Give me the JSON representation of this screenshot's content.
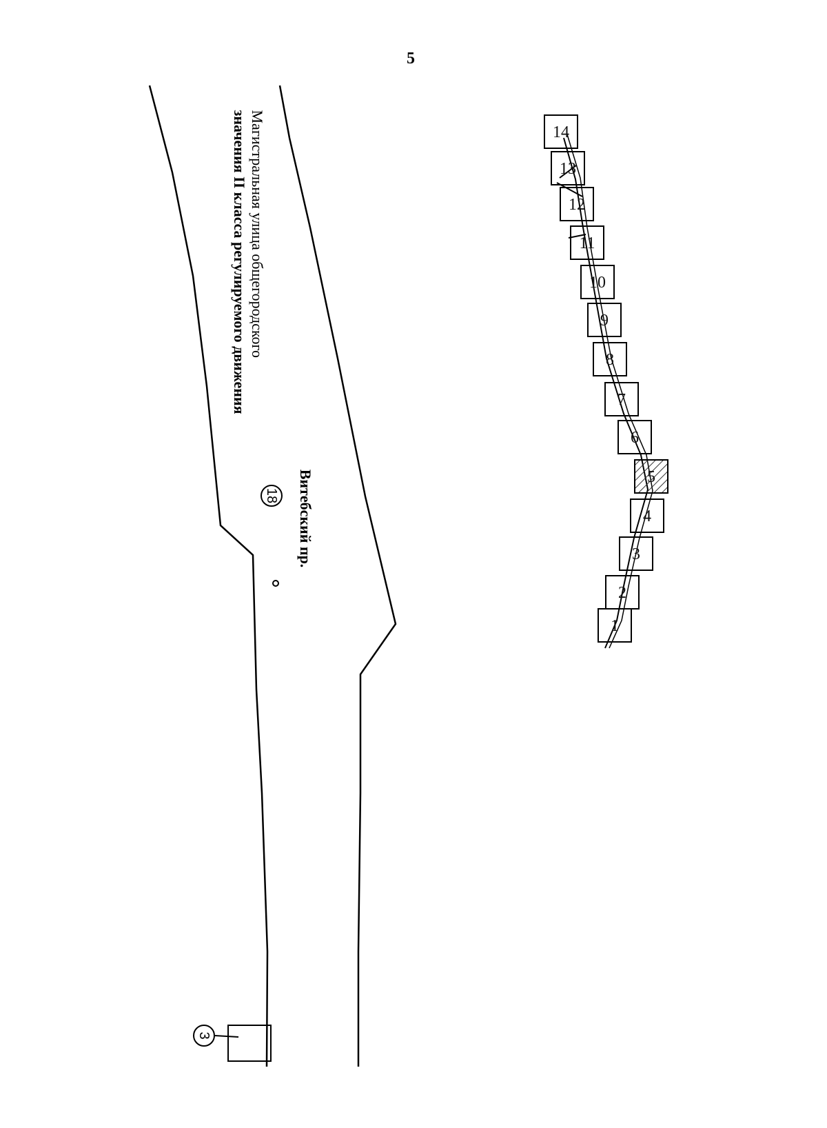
{
  "page": {
    "number": "5"
  },
  "road": {
    "class_line1": "Магистральная улица общегородского",
    "class_line2": "значения II класса регулируемого движения",
    "name": "Витебский пр."
  },
  "callouts": [
    {
      "label": "18"
    },
    {
      "label": "3"
    }
  ],
  "index_map": {
    "tiles": [
      {
        "label": "14",
        "highlighted": false
      },
      {
        "label": "13",
        "highlighted": false
      },
      {
        "label": "12",
        "highlighted": false
      },
      {
        "label": "11",
        "highlighted": false
      },
      {
        "label": "10",
        "highlighted": false
      },
      {
        "label": "9",
        "highlighted": false
      },
      {
        "label": "8",
        "highlighted": false
      },
      {
        "label": "7",
        "highlighted": false
      },
      {
        "label": "6",
        "highlighted": false
      },
      {
        "label": "5",
        "highlighted": true
      },
      {
        "label": "4",
        "highlighted": false
      },
      {
        "label": "3",
        "highlighted": false
      },
      {
        "label": "2",
        "highlighted": false
      },
      {
        "label": "1",
        "highlighted": false
      }
    ]
  },
  "colors": {
    "ink": "#000000",
    "paper": "#ffffff"
  }
}
